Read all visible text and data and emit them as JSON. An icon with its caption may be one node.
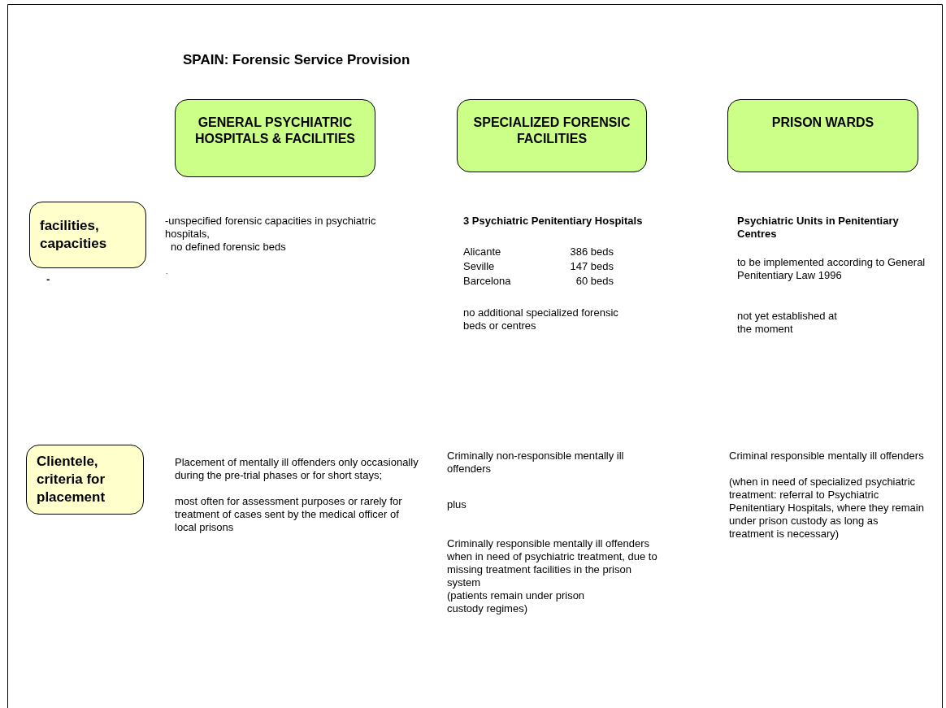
{
  "diagram": {
    "title": "SPAIN: Forensic Service Provision",
    "nodes": [
      {
        "text": [
          "GENERAL PSYCHIATRIC HOSPITALS & FACILITIES"
        ]
      },
      {
        "text": [
          "SPECIALIZED FORENSIC FACILITIES"
        ]
      },
      {
        "text": [
          "PRISON WARDS"
        ]
      },
      {
        "text": [
          "facilities, capacities"
        ]
      },
      {
        "text": [
          "Clientele, criteria for placement"
        ]
      }
    ],
    "labels": [
      "-unspecified forensic capacities in psychiatric hospitals,",
      "no defined forensic beds",
      "3 Psychiatric Penitentiary Hospitals",
      "Psychiatric Units in Penitentiary Centres",
      "Alicante",
      "386 beds",
      "Seville",
      "147 beds",
      "Barcelona",
      "60 beds",
      "to be implemented according to General Penitentiary Law 1996",
      "-",
      ".",
      "no additional specialized forensic beds or centres",
      "not yet established at the moment",
      "Placement of mentally ill offenders only occasionally during the pre-trial phases or for short stays;",
      "most often for assessment purposes or rarely for treatment of cases sent by the medical officer of local prisons",
      "Criminally non-responsible mentally ill offenders",
      "Criminal responsible mentally ill offenders",
      "(when in need of specialized psychiatric treatment: referral to Psychiatric Penitentiary Hospitals, where they remain under prison custody as long as treatment is necessary)",
      "plus",
      "Criminally responsible mentally ill offenders when in need of psychiatric treatment, due to missing treatment facilities in the prison system",
      "(patients remain under prison custody regimes)"
    ]
  }
}
